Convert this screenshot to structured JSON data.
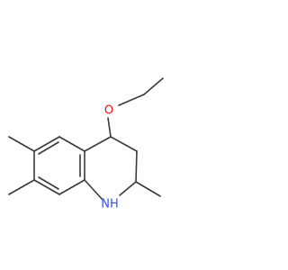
{
  "structure": {
    "atoms": [
      {
        "id": "O",
        "label": "O",
        "color": "#ff0d0d"
      },
      {
        "id": "N",
        "label": "NH",
        "color": "#3050f8"
      }
    ],
    "bond_color": "#3a3a3a"
  }
}
